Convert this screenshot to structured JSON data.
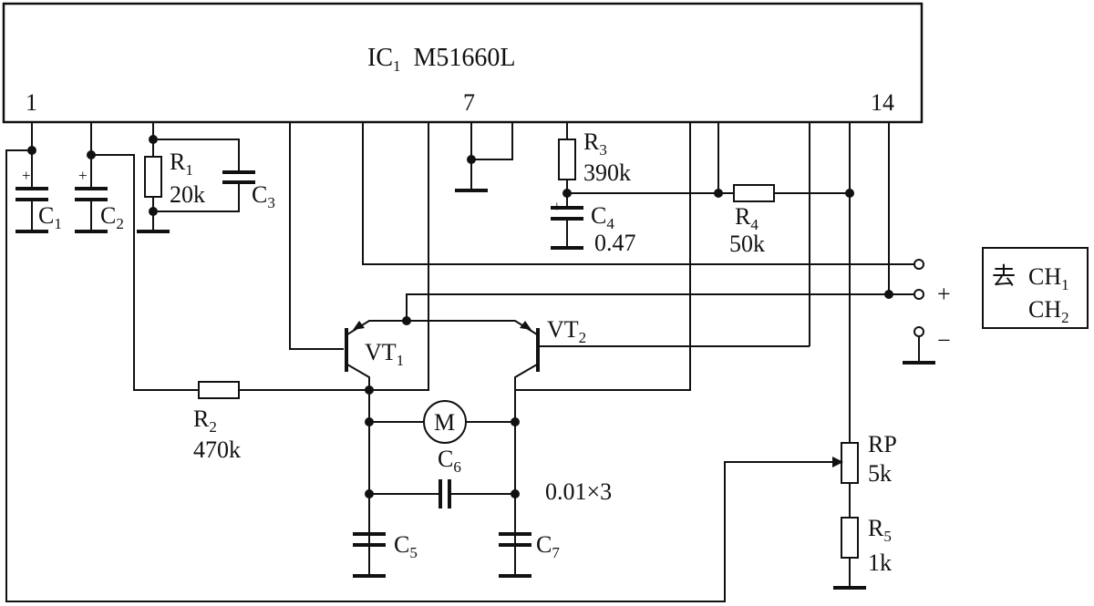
{
  "ic": {
    "ref": "IC",
    "ref_sub": "1",
    "part": "M51660L",
    "pin_left": "1",
    "pin_mid": "7",
    "pin_right": "14"
  },
  "components": {
    "C1": {
      "ref": "C",
      "sub": "1",
      "polarity": "+"
    },
    "C2": {
      "ref": "C",
      "sub": "2",
      "polarity": "+"
    },
    "R1": {
      "ref": "R",
      "sub": "1",
      "value": "20k"
    },
    "C3": {
      "ref": "C",
      "sub": "3"
    },
    "R2": {
      "ref": "R",
      "sub": "2",
      "value": "470k"
    },
    "R3": {
      "ref": "R",
      "sub": "3",
      "value": "390k"
    },
    "C4": {
      "ref": "C",
      "sub": "4",
      "value": "0.47",
      "polarity": "+"
    },
    "R4": {
      "ref": "R",
      "sub": "4",
      "value": "50k"
    },
    "VT1": {
      "ref": "VT",
      "sub": "1"
    },
    "VT2": {
      "ref": "VT",
      "sub": "2"
    },
    "M": {
      "ref": "M"
    },
    "C6": {
      "ref": "C",
      "sub": "6"
    },
    "C5": {
      "ref": "C",
      "sub": "5"
    },
    "C7": {
      "ref": "C",
      "sub": "7"
    },
    "cap_value": "0.01×3",
    "RP": {
      "ref": "RP",
      "value": "5k"
    },
    "R5": {
      "ref": "R",
      "sub": "5",
      "value": "1k"
    }
  },
  "terminals": {
    "plus": "+",
    "minus": "−"
  },
  "output_box": {
    "prefix": "去",
    "ch1": "CH",
    "ch1_sub": "1",
    "ch2": "CH",
    "ch2_sub": "2"
  },
  "icons": [
    "motor-icon",
    "transistor-icon",
    "resistor-icon",
    "capacitor-icon",
    "ground-icon",
    "terminal-icon"
  ]
}
